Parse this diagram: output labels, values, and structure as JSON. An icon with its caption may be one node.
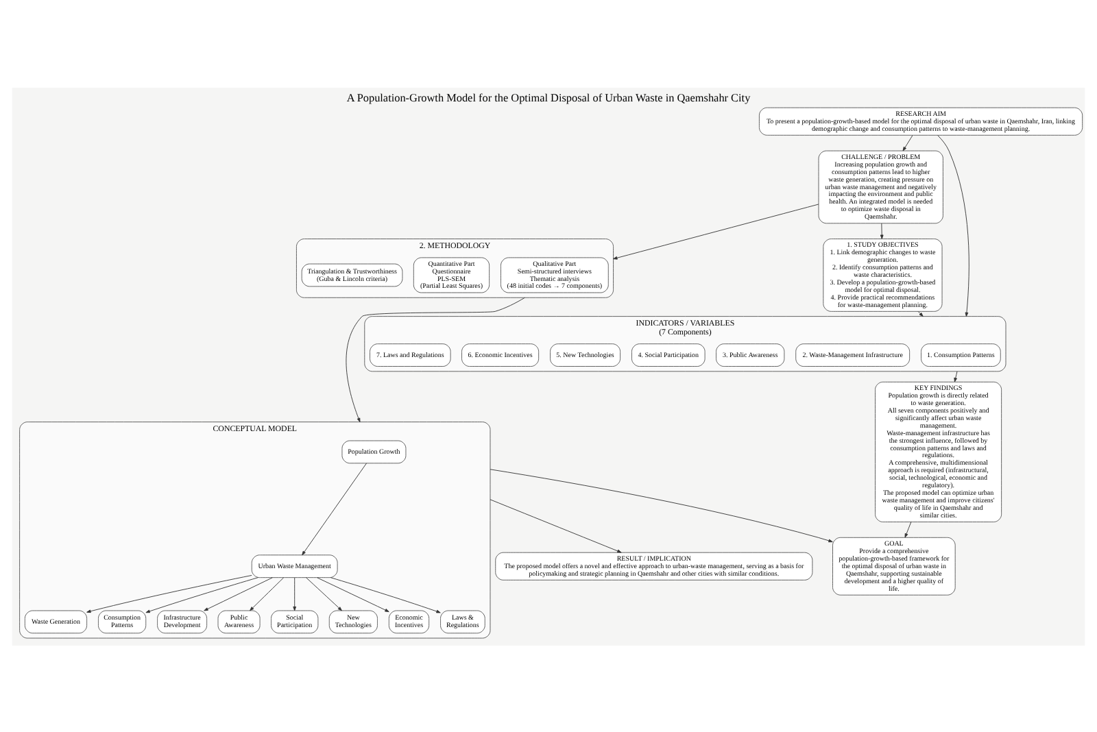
{
  "diagram": {
    "title": "A Population-Growth Model for the Optimal Disposal of Urban Waste in Qaemshahr City",
    "nodes": [
      {
        "text": [
          "RESEARCH AIM",
          "To present a population-growth-based model for the optimal disposal of urban waste in Qaemshahr, Iran, linking demographic change and consumption patterns to waste-management planning."
        ]
      },
      {
        "text": [
          "CHALLENGE / PROBLEM",
          "Increasing population growth and consumption patterns lead to higher waste generation, creating pressure on urban waste management and negatively impacting the environment and public health. An integrated model is needed to optimize waste disposal in Qaemshahr."
        ]
      },
      {
        "text": [
          "1. STUDY OBJECTIVES",
          "1. Link demographic changes to waste generation.",
          "2. Identify consumption patterns and waste characteristics.",
          "3. Develop a population-growth-based model for optimal disposal.",
          "4. Provide practical recommendations for waste-management planning."
        ]
      },
      {
        "text": [
          "INDICATORS / VARIABLES",
          "(7 Components)"
        ]
      },
      {
        "text": [
          "1. Consumption Patterns"
        ],
        "in": 3
      },
      {
        "text": [
          "2. Waste-Management Infrastructure"
        ],
        "in": 3
      },
      {
        "text": [
          "3. Public Awareness"
        ],
        "in": 3
      },
      {
        "text": [
          "4. Social Participation"
        ],
        "in": 3
      },
      {
        "text": [
          "5. New Technologies"
        ],
        "in": 3
      },
      {
        "text": [
          "6. Economic Incentives"
        ],
        "in": 3
      },
      {
        "text": [
          "7. Laws and Regulations"
        ],
        "in": 3
      },
      {
        "text": [
          "KEY FINDINGS",
          "Population growth is directly related to waste generation.",
          "All seven components positively and significantly affect urban waste management.",
          "Waste-management infrastructure has the strongest influence, followed by consumption patterns and laws and regulations.",
          "A comprehensive, multidimensional approach is required (infrastructural, social, technological, economic and regulatory).",
          "The proposed model can optimize urban waste management and improve citizens' quality of life in Qaemshahr and similar cities."
        ]
      },
      {
        "text": [
          "2. METHODOLOGY"
        ]
      },
      {
        "text": [
          "Qualitative Part",
          "Semi-structured interviews",
          "Thematic analysis",
          "(48 initial codes → 7 components)"
        ],
        "in": 12
      },
      {
        "text": [
          "Quantitative Part",
          "Questionnaire",
          "PLS-SEM",
          "(Partial Least Squares)"
        ],
        "in": 12
      },
      {
        "text": [
          "Triangulation & Trustworthiness",
          "(Guba & Lincoln criteria)"
        ],
        "in": 12
      },
      {
        "text": [
          "CONCEPTUAL MODEL"
        ]
      },
      {
        "text": [
          "Population Growth"
        ],
        "in": 16
      },
      {
        "text": [
          "Urban Waste Management"
        ],
        "in": 16
      },
      {
        "text": [
          "Waste Generation"
        ],
        "in": 16
      },
      {
        "text": [
          "Consumption Patterns"
        ],
        "in": 16
      },
      {
        "text": [
          "Infrastructure Development"
        ],
        "in": 16
      },
      {
        "text": [
          "Public Awareness"
        ],
        "in": 16
      },
      {
        "text": [
          "Social Participation"
        ],
        "in": 16
      },
      {
        "text": [
          "New Technologies"
        ],
        "in": 16
      },
      {
        "text": [
          "Economic Incentives"
        ],
        "in": 16
      },
      {
        "text": [
          "Laws & Regulations"
        ],
        "in": 16
      },
      {
        "text": [
          "GOAL",
          "Provide a comprehensive population-growth-based framework for the optimal disposal of urban waste in Qaemshahr, supporting sustainable development and a higher quality of life."
        ]
      },
      {
        "text": [
          "RESULT / IMPLICATION",
          "The proposed model offers a novel and effective approach to urban-waste management, serving as a basis for policymaking and strategic planning in Qaemshahr and other cities with similar conditions."
        ]
      }
    ],
    "edges": [
      {
        "from": 0,
        "to": 1,
        "arrow": "to"
      },
      {
        "from": 0,
        "to": 3,
        "arrow": "to"
      },
      {
        "from": 1,
        "to": 2,
        "arrow": "to"
      },
      {
        "from": 2,
        "to": 3,
        "arrow": "to"
      },
      {
        "from": 3,
        "to": 11,
        "arrow": "to"
      },
      {
        "from": 1,
        "to": 12,
        "arrow": "to"
      },
      {
        "from": 12,
        "to": 16,
        "arrow": "to"
      },
      {
        "from": 11,
        "to": 27,
        "arrow": "to"
      },
      {
        "from": 16,
        "to": 27,
        "arrow": "to"
      },
      {
        "from": 16,
        "to": 28,
        "arrow": "to"
      },
      {
        "from": 17,
        "to": 18,
        "arrow": "to"
      },
      {
        "from": 18,
        "to": 19,
        "arrow": "to"
      },
      {
        "from": 18,
        "to": 20,
        "arrow": "to"
      },
      {
        "from": 18,
        "to": 21,
        "arrow": "to"
      },
      {
        "from": 18,
        "to": 22,
        "arrow": "to"
      },
      {
        "from": 18,
        "to": 23,
        "arrow": "to"
      },
      {
        "from": 18,
        "to": 24,
        "arrow": "to"
      },
      {
        "from": 18,
        "to": 25,
        "arrow": "to"
      },
      {
        "from": 18,
        "to": 26,
        "arrow": "to"
      }
    ]
  }
}
